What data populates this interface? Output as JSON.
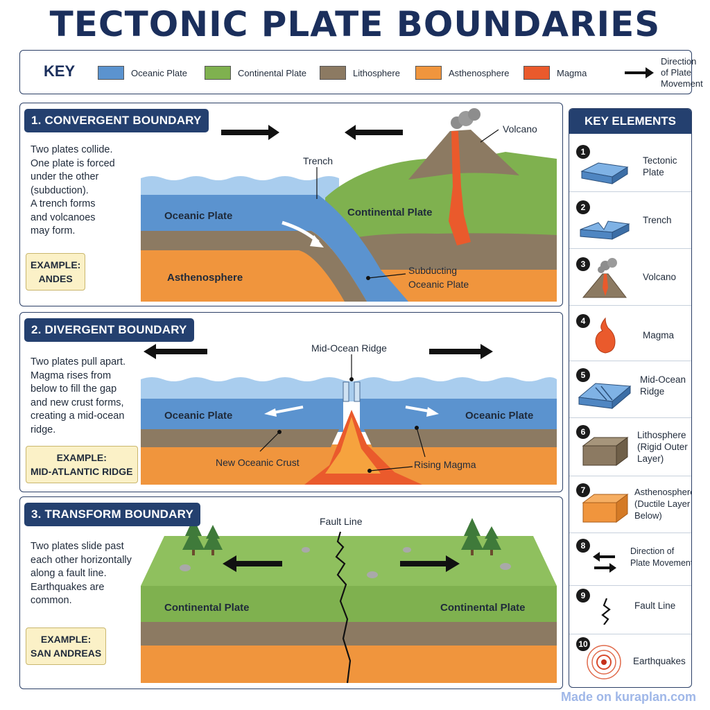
{
  "title": "TECTONIC PLATE BOUNDARIES",
  "key": {
    "label": "KEY",
    "items": [
      {
        "label": "Oceanic Plate",
        "color": "#5b93cf"
      },
      {
        "label": "Continental Plate",
        "color": "#7fb14f"
      },
      {
        "label": "Lithosphere",
        "color": "#8c7a62"
      },
      {
        "label": "Asthenosphere",
        "color": "#f0953d"
      },
      {
        "label": "Magma",
        "color": "#ea5a2c"
      }
    ],
    "direction_label": "Direction\nof Plate\nMovement"
  },
  "convergent": {
    "title": "1. CONVERGENT BOUNDARY",
    "description": "Two plates collide.\nOne plate is forced\nunder the other\n(subduction).\nA trench forms\nand volcanoes\nmay form.",
    "example": "EXAMPLE:\nANDES",
    "labels": {
      "trench": "Trench",
      "volcano": "Volcano",
      "oceanic_plate": "Oceanic Plate",
      "continental_plate": "Continental Plate",
      "asthenosphere": "Asthenosphere",
      "subducting_1": "Subducting",
      "subducting_2": "Oceanic Plate"
    }
  },
  "divergent": {
    "title": "2. DIVERGENT BOUNDARY",
    "description": "Two plates pull apart.\nMagma rises from\nbelow to fill the gap\nand new crust forms,\ncreating a mid-ocean\nridge.",
    "example": "EXAMPLE:\nMID-ATLANTIC RIDGE",
    "labels": {
      "ridge": "Mid-Ocean Ridge",
      "oceanic_left": "Oceanic Plate",
      "oceanic_right": "Oceanic Plate",
      "new_crust": "New Oceanic Crust",
      "rising_magma": "Rising Magma"
    }
  },
  "transform": {
    "title": "3. TRANSFORM BOUNDARY",
    "description": "Two plates slide past\neach other horizontally\nalong a fault line.\nEarthquakes are\ncommon.",
    "example": "EXAMPLE:\nSAN ANDREAS",
    "labels": {
      "fault_line": "Fault Line",
      "continental_left": "Continental Plate",
      "continental_right": "Continental Plate"
    }
  },
  "key_elements": {
    "title": "KEY ELEMENTS",
    "items": [
      {
        "num": "1",
        "label": "Tectonic\nPlate",
        "icon": "plate-icon"
      },
      {
        "num": "2",
        "label": "Trench",
        "icon": "trench-icon"
      },
      {
        "num": "3",
        "label": "Volcano",
        "icon": "volcano-icon"
      },
      {
        "num": "4",
        "label": "Magma",
        "icon": "magma-icon"
      },
      {
        "num": "5",
        "label": "Mid-Ocean\nRidge",
        "icon": "ridge-icon"
      },
      {
        "num": "6",
        "label": "Lithosphere\n(Rigid Outer\nLayer)",
        "icon": "lithosphere-icon"
      },
      {
        "num": "7",
        "label": "Asthenosphere\n(Ductile Layer\nBelow)",
        "icon": "asthenosphere-icon"
      },
      {
        "num": "8",
        "label": "Direction of\nPlate Movement",
        "icon": "direction-arrows-icon"
      },
      {
        "num": "9",
        "label": "Fault Line",
        "icon": "fault-line-icon"
      },
      {
        "num": "10",
        "label": "Earthquakes",
        "icon": "earthquake-icon"
      }
    ]
  },
  "watermark": "Made on kuraplan.com"
}
